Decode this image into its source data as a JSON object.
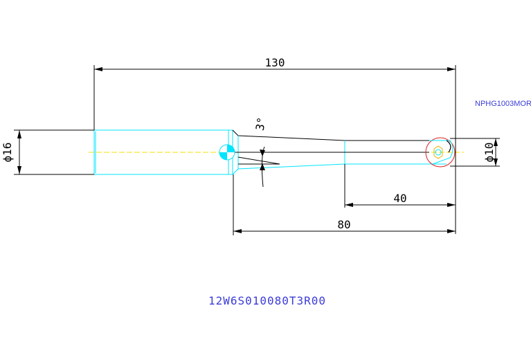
{
  "drawing": {
    "dimensions": {
      "overall_length": "130",
      "shank_diameter": "ϕ16",
      "taper_angle": "3°",
      "head_diameter": "ϕ10",
      "head_length": "40",
      "taper_length": "80"
    },
    "insert_code": "NPHG1003MOR",
    "part_number": "12W6S010080T3R00"
  },
  "colors": {
    "background": "#ffffff",
    "outline_cyan": "#00e5ff",
    "dimension_black": "#000000",
    "text_blue": "#3b3bd8",
    "centerline_yellow": "#f5e000",
    "tip_red": "#e02020"
  }
}
